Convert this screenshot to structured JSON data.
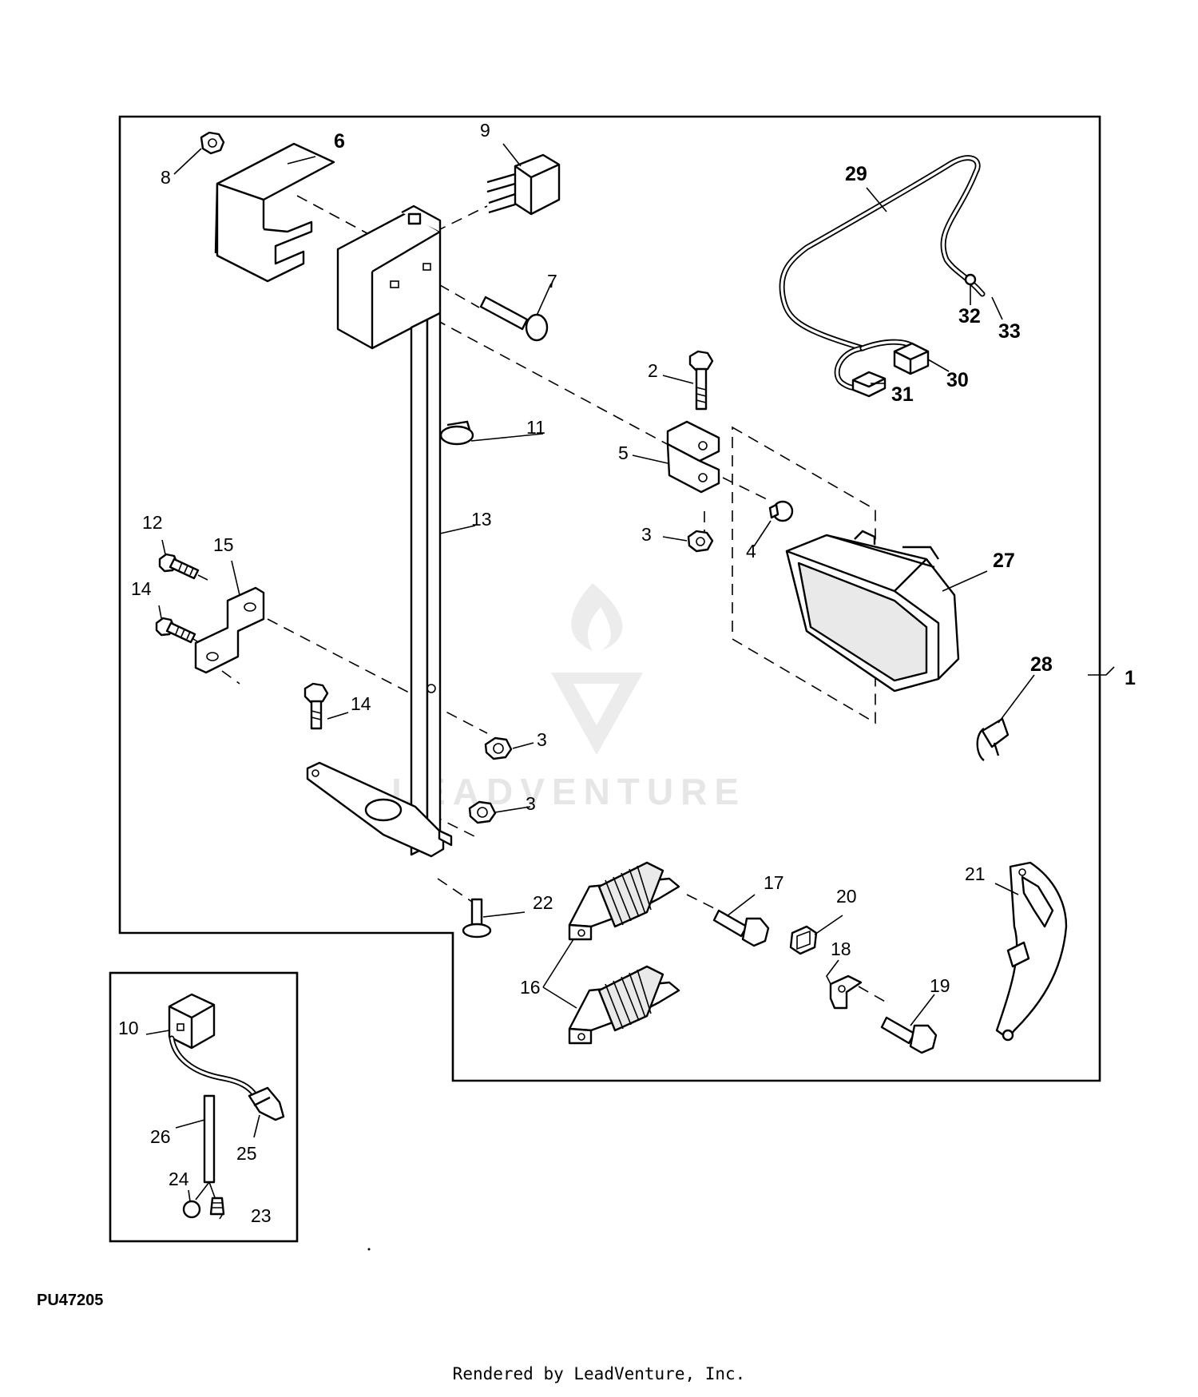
{
  "diagram": {
    "id": "PU47205",
    "credit": "Rendered by LeadVenture, Inc.",
    "watermark": "LEADVENTURE",
    "callouts": {
      "c1": "1",
      "c2": "2",
      "c3a": "3",
      "c3b": "3",
      "c3c": "3",
      "c4": "4",
      "c5": "5",
      "c6": "6",
      "c7": "7",
      "c8": "8",
      "c9": "9",
      "c10": "10",
      "c11": "11",
      "c12": "12",
      "c13": "13",
      "c14a": "14",
      "c14b": "14",
      "c15": "15",
      "c16": "16",
      "c17": "17",
      "c18": "18",
      "c19": "19",
      "c20": "20",
      "c21": "21",
      "c22": "22",
      "c23": "23",
      "c24": "24",
      "c25": "25",
      "c26": "26",
      "c27": "27",
      "c28": "28",
      "c29": "29",
      "c30": "30",
      "c31": "31",
      "c32": "32",
      "c33": "33"
    }
  }
}
